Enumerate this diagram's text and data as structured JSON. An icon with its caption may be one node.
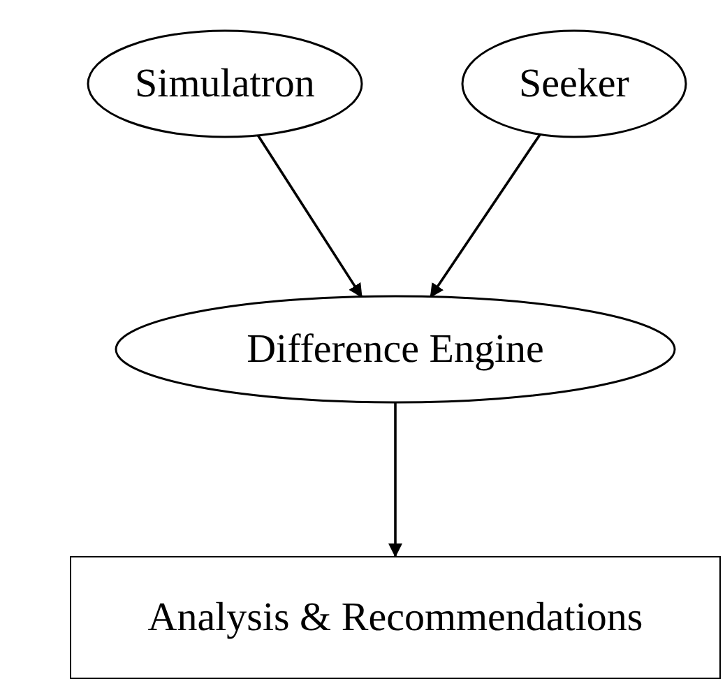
{
  "diagram": {
    "nodes": [
      {
        "text": [
          "Simulatron"
        ]
      },
      {
        "text": [
          "Seeker"
        ]
      },
      {
        "text": [
          "Difference Engine"
        ]
      },
      {
        "text": [
          "Analysis & Recommendations"
        ]
      }
    ],
    "edges": [
      {
        "from": 0,
        "to": 2,
        "arrow": "to"
      },
      {
        "from": 1,
        "to": 2,
        "arrow": "to"
      },
      {
        "from": 2,
        "to": 3,
        "arrow": "to"
      }
    ]
  }
}
